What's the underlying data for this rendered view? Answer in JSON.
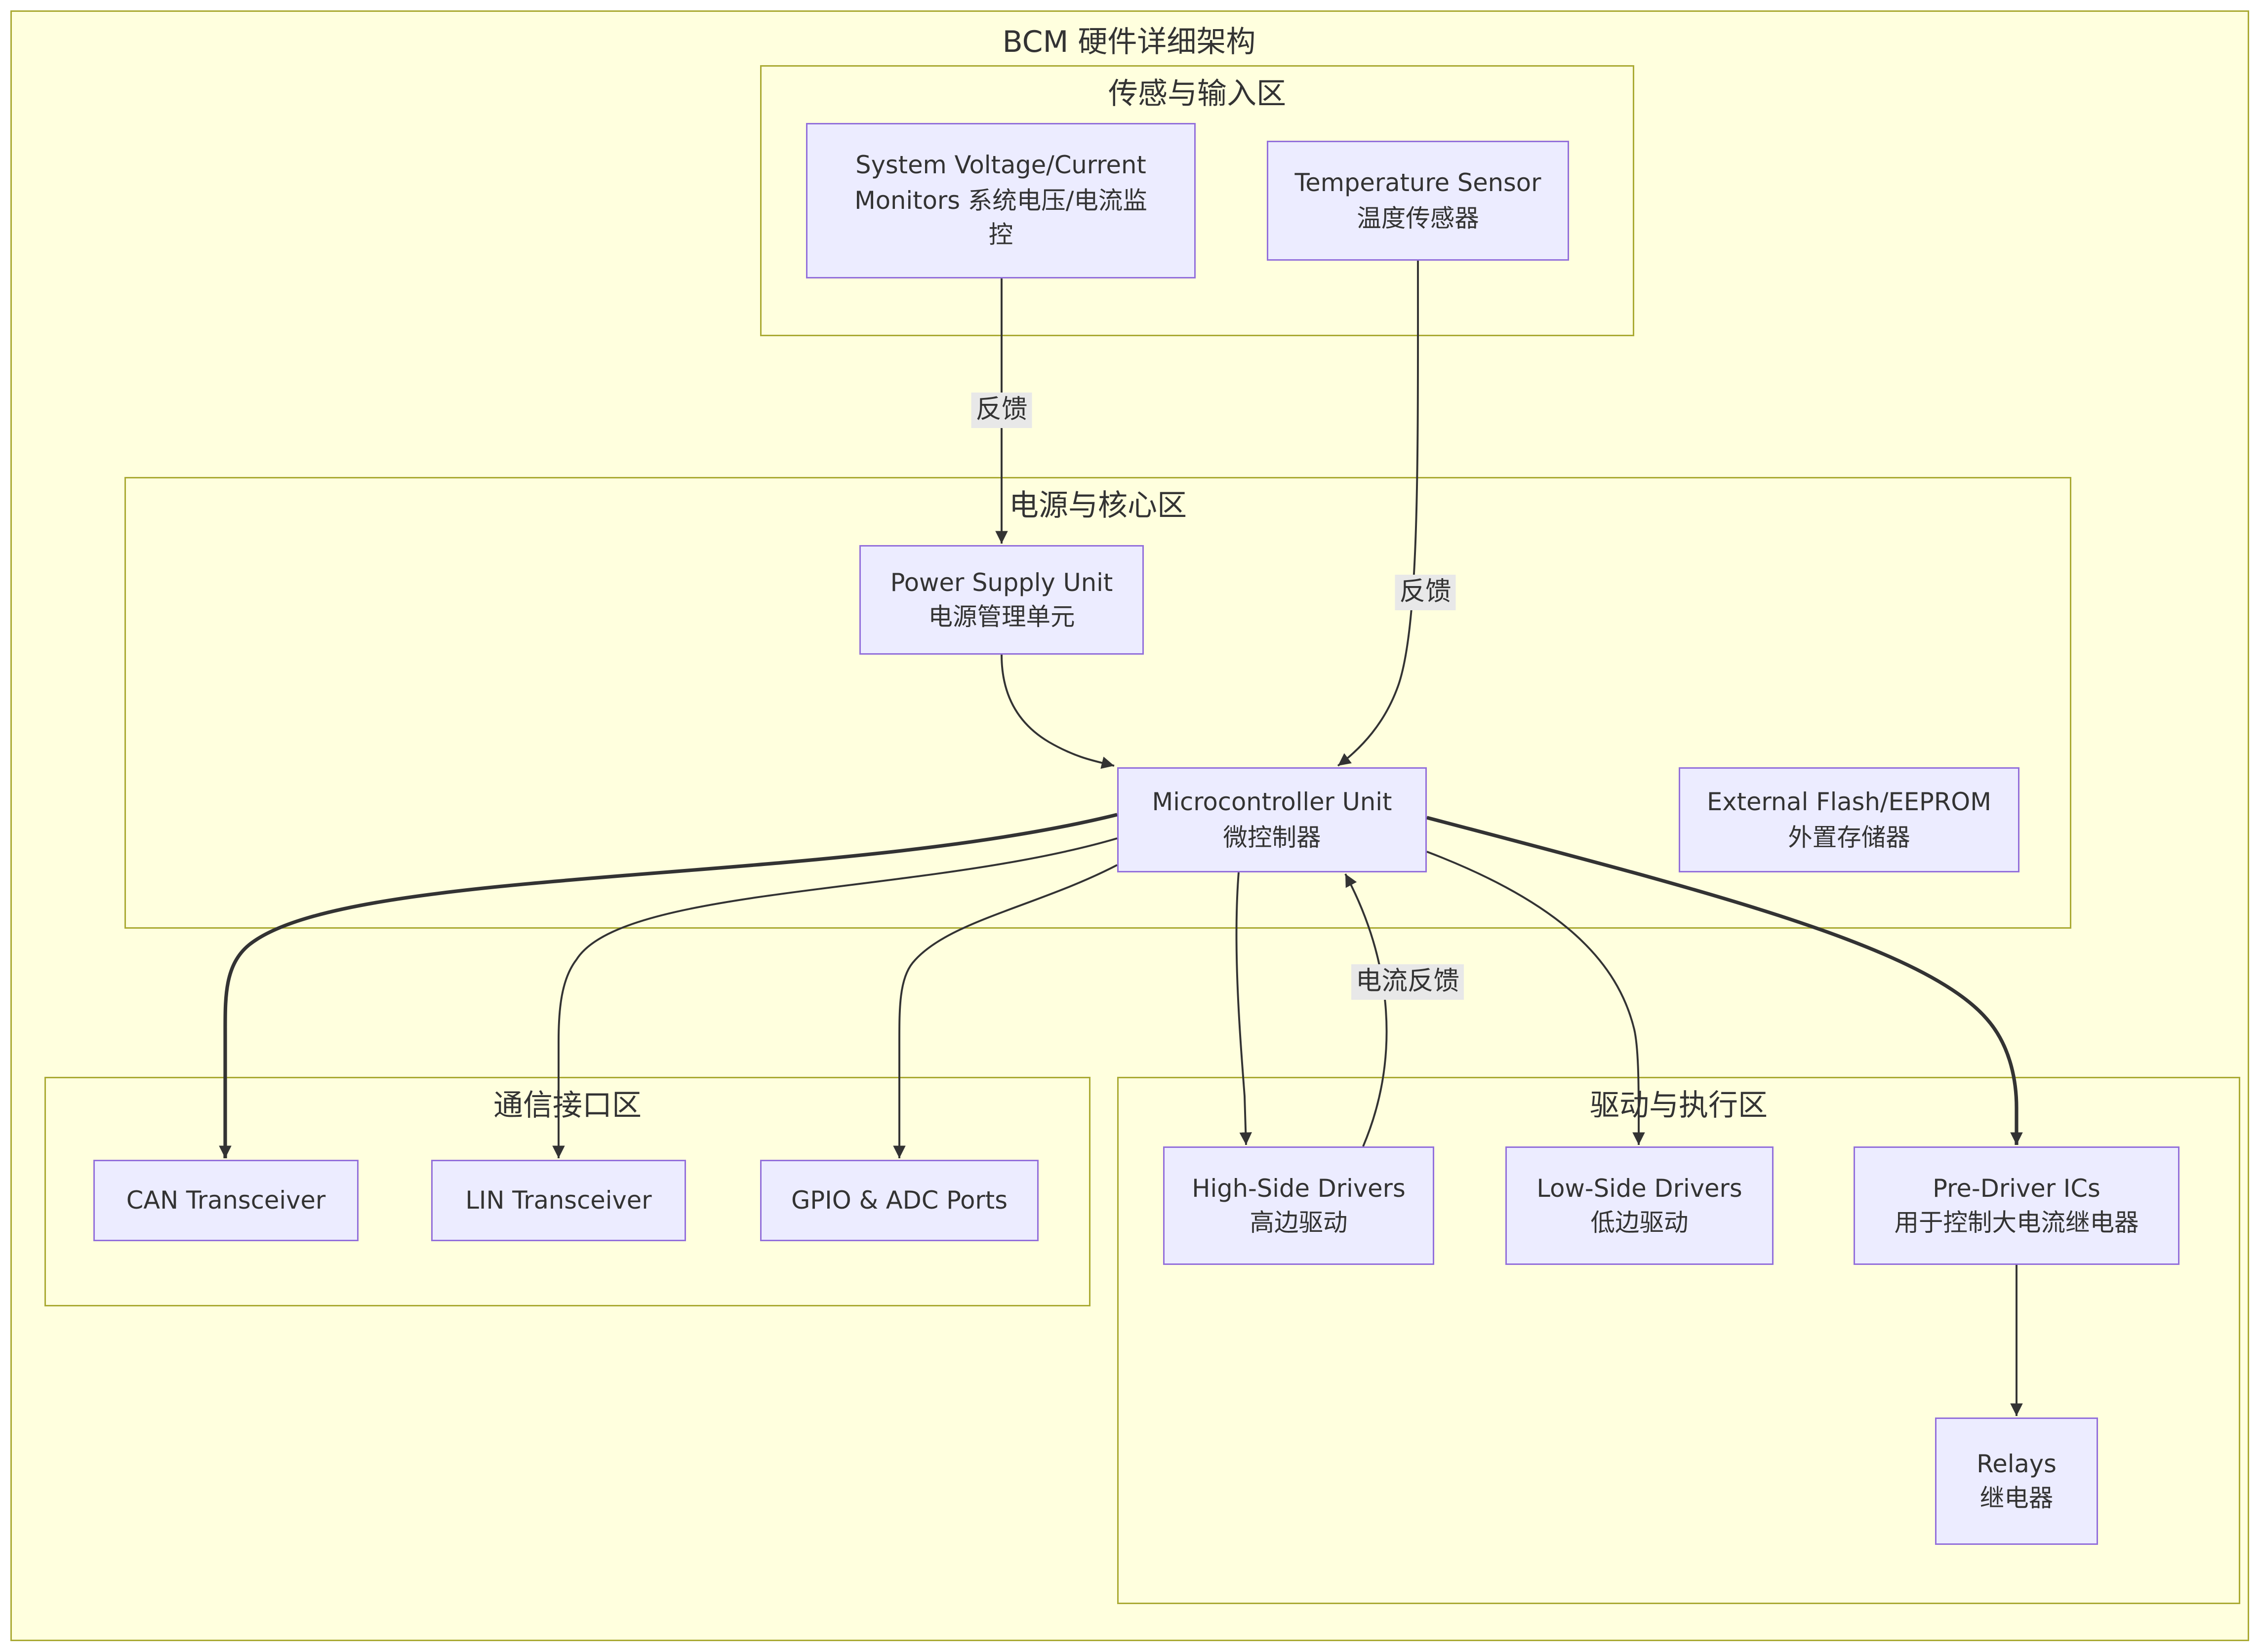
{
  "diagram": {
    "type": "flowchart",
    "title": "BCM 硬件详细架构",
    "clusters": [
      {
        "id": "sensor_input",
        "label": "传感与输入区"
      },
      {
        "id": "power_core",
        "label": "电源与核心区"
      },
      {
        "id": "comm_interface",
        "label": "通信接口区"
      },
      {
        "id": "drive_exec",
        "label": "驱动与执行区"
      }
    ],
    "nodes": {
      "svcm": {
        "cluster": "sensor_input",
        "lines": [
          "System Voltage/Current",
          "Monitors 系统电压/电流监",
          "控"
        ]
      },
      "temp": {
        "cluster": "sensor_input",
        "lines": [
          "Temperature Sensor",
          "温度传感器"
        ]
      },
      "psu": {
        "cluster": "power_core",
        "lines": [
          "Power Supply Unit",
          "电源管理单元"
        ]
      },
      "mcu": {
        "cluster": "power_core",
        "lines": [
          "Microcontroller Unit",
          "微控制器"
        ]
      },
      "flash": {
        "cluster": "power_core",
        "lines": [
          "External Flash/EEPROM",
          "外置存储器"
        ]
      },
      "can": {
        "cluster": "comm_interface",
        "lines": [
          "CAN Transceiver"
        ]
      },
      "lin": {
        "cluster": "comm_interface",
        "lines": [
          "LIN Transceiver"
        ]
      },
      "gpio": {
        "cluster": "comm_interface",
        "lines": [
          "GPIO & ADC Ports"
        ]
      },
      "hsd": {
        "cluster": "drive_exec",
        "lines": [
          "High-Side Drivers",
          "高边驱动"
        ]
      },
      "lsd": {
        "cluster": "drive_exec",
        "lines": [
          "Low-Side Drivers",
          "低边驱动"
        ]
      },
      "pre": {
        "cluster": "drive_exec",
        "lines": [
          "Pre-Driver ICs",
          "用于控制大电流继电器"
        ]
      },
      "relay": {
        "cluster": "drive_exec",
        "lines": [
          "Relays",
          "继电器"
        ]
      }
    },
    "edges": [
      {
        "from": "svcm",
        "to": "psu",
        "label": "反馈",
        "style": "normal"
      },
      {
        "from": "temp",
        "to": "mcu",
        "label": "反馈",
        "style": "normal"
      },
      {
        "from": "psu",
        "to": "mcu",
        "label": "",
        "style": "normal"
      },
      {
        "from": "mcu",
        "to": "can",
        "label": "",
        "style": "thick"
      },
      {
        "from": "mcu",
        "to": "lin",
        "label": "",
        "style": "normal"
      },
      {
        "from": "mcu",
        "to": "gpio",
        "label": "",
        "style": "normal"
      },
      {
        "from": "mcu",
        "to": "hsd",
        "label": "",
        "style": "normal"
      },
      {
        "from": "hsd",
        "to": "mcu",
        "label": "电流反馈",
        "style": "normal"
      },
      {
        "from": "mcu",
        "to": "lsd",
        "label": "",
        "style": "normal"
      },
      {
        "from": "mcu",
        "to": "pre",
        "label": "",
        "style": "thick"
      },
      {
        "from": "pre",
        "to": "relay",
        "label": "",
        "style": "normal"
      }
    ],
    "colors": {
      "page_background": "#ffffff",
      "diagram_background": "#ffffde",
      "cluster_border": "#aaaa33",
      "node_fill": "#ececff",
      "node_border": "#9370db",
      "edge_stroke": "#333333",
      "edge_label_background": "#e8e8e8",
      "text": "#333333"
    }
  }
}
